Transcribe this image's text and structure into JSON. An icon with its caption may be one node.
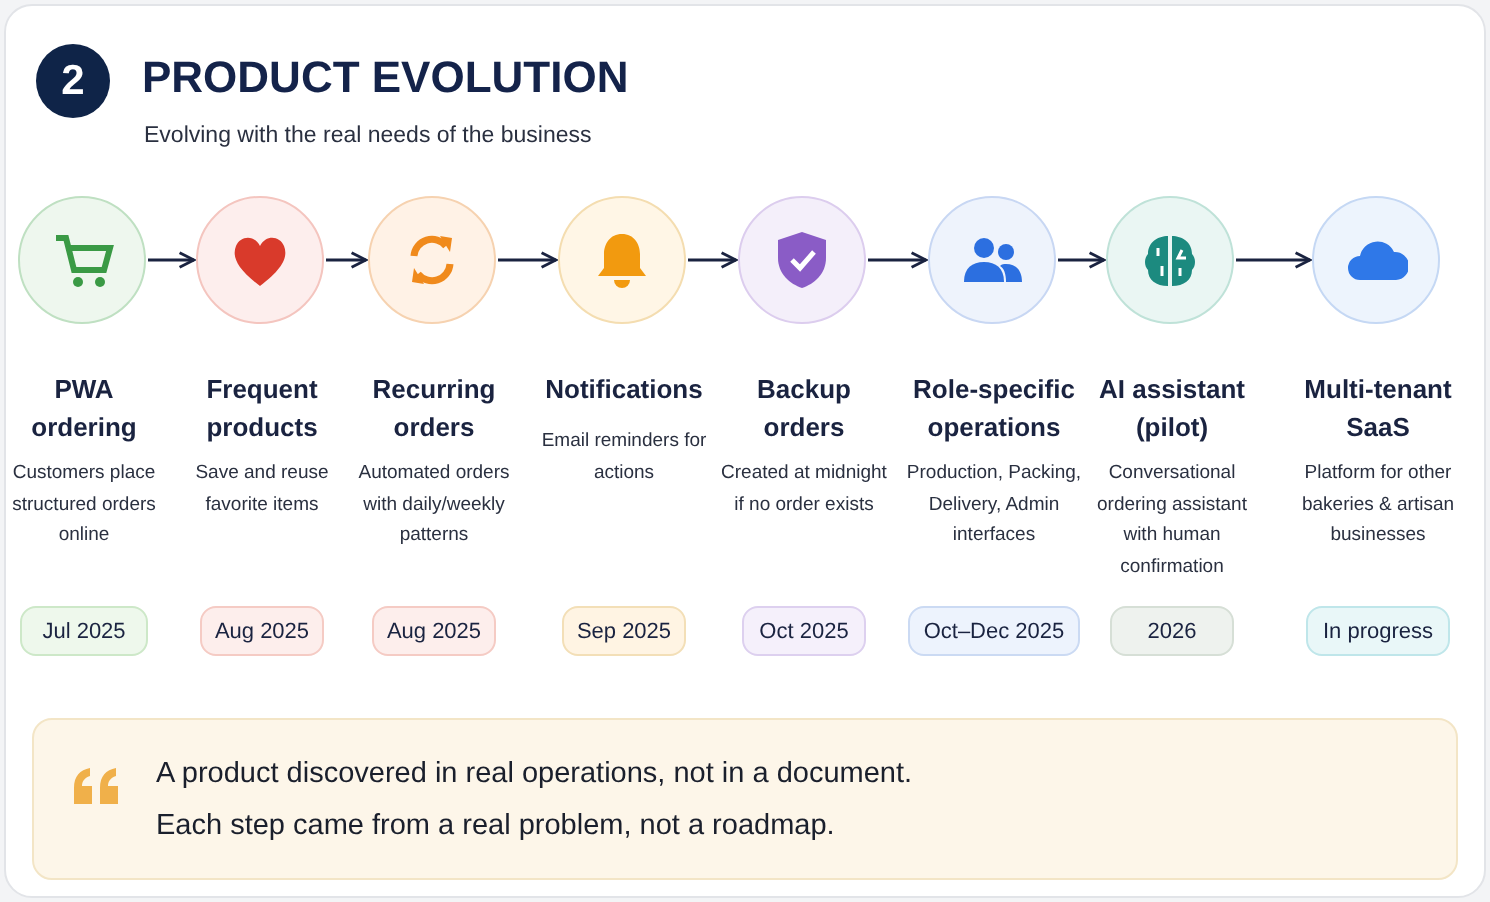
{
  "diagram": {
    "title": "PRODUCT EVOLUTION",
    "nodes": [
      {
        "text": [
          "2"
        ]
      },
      {
        "text": [
          "PWA ordering",
          "Customers place structured orders online",
          "Jul 2025"
        ]
      },
      {
        "text": [
          "Frequent products",
          "Save and reuse favorite items",
          "Aug 2025"
        ]
      },
      {
        "text": [
          "Recurring orders",
          "Automated orders with daily/weekly patterns",
          "Aug 2025"
        ]
      },
      {
        "text": [
          "Notifications",
          "Email reminders for actions",
          "Sep 2025"
        ]
      },
      {
        "text": [
          "Backup orders",
          "Created at midnight if no order exists",
          "Oct 2025"
        ]
      },
      {
        "text": [
          "Role-specific operations",
          "Production, Packing, Delivery, Admin interfaces",
          "Oct–Dec 2025"
        ]
      },
      {
        "text": [
          "AI assistant (pilot)",
          "Conversational ordering assistant with human confirmation",
          "2026"
        ]
      },
      {
        "text": [
          "Multi-tenant SaaS",
          "Platform for other bakeries & artisan businesses",
          "In progress"
        ]
      }
    ],
    "edges": [
      {
        "from": 1,
        "to": 2,
        "arrow": "to"
      },
      {
        "from": 2,
        "to": 3,
        "arrow": "to"
      },
      {
        "from": 3,
        "to": 4,
        "arrow": "to"
      },
      {
        "from": 4,
        "to": 5,
        "arrow": "to"
      },
      {
        "from": 5,
        "to": 6,
        "arrow": "to"
      },
      {
        "from": 6,
        "to": 7,
        "arrow": "to"
      },
      {
        "from": 7,
        "to": 8,
        "arrow": "to"
      }
    ],
    "labels": [
      "Evolving with the real needs of the business",
      "A product discovered in real operations, not in a document.",
      "Each step came from a real problem, not a roadmap."
    ]
  }
}
